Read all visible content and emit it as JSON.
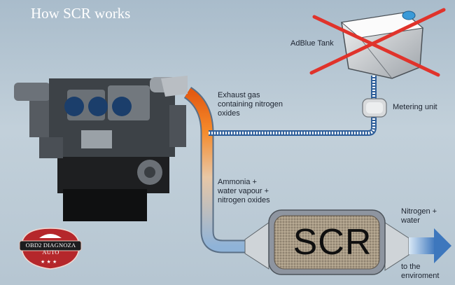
{
  "title": "How SCR works",
  "labels": {
    "adblue_tank": "AdBlue Tank",
    "metering_unit": "Metering unit",
    "exhaust_gas": [
      "Exhaust gas",
      "containing nitrogen",
      "oxides"
    ],
    "ammonia": [
      "Ammonia +",
      "water vapour +",
      "nitrogen oxides"
    ],
    "scr": "SCR",
    "nitrogen_water": [
      "Nitrogen +",
      "water"
    ],
    "environment": [
      "to the",
      "enviroment"
    ]
  },
  "watermark": "OBD2 DIAGNOZA AUTO",
  "colors": {
    "background": "#b6c6d2",
    "pipe_blue": "#4f86c4",
    "pipe_hot": "#f07a1e",
    "cross": "#e0332b",
    "badge": "#b5272b"
  }
}
